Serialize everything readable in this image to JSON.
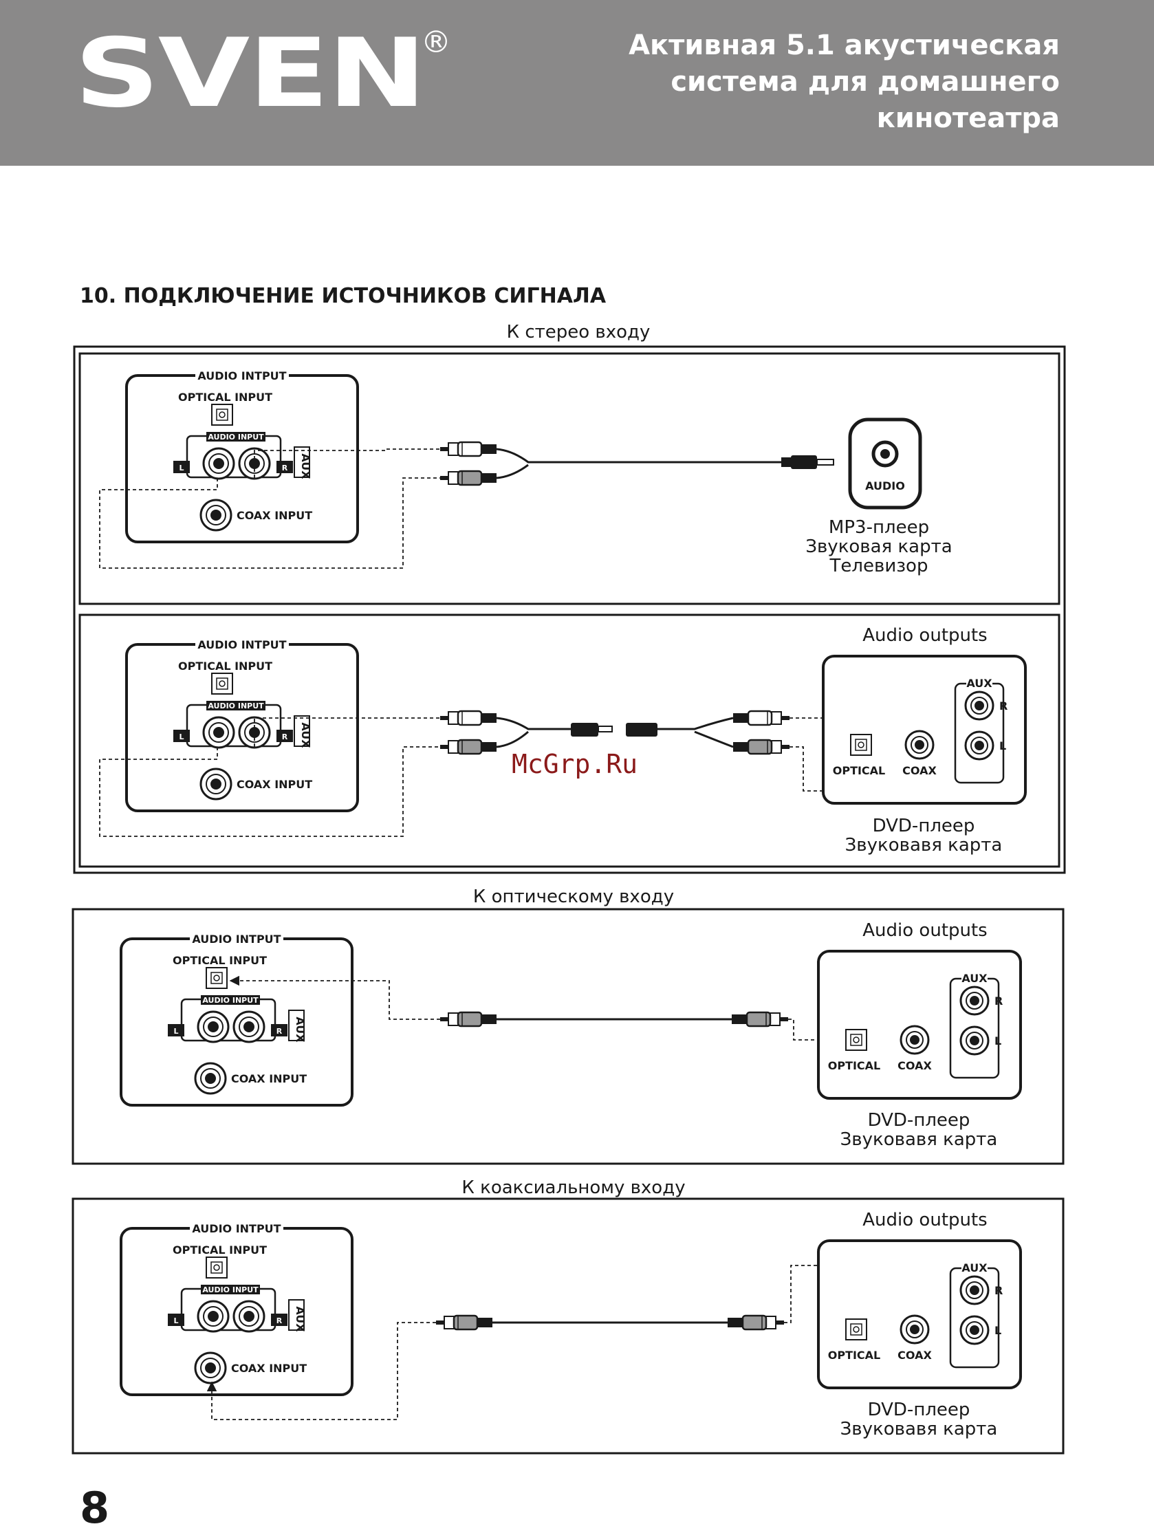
{
  "header": {
    "logo_text": "SVEN",
    "registered_mark": "®",
    "title_lines": [
      "Активная 5.1 акустическая",
      "система для домашнего",
      "кинотеатра"
    ],
    "background_color": "#8a8989"
  },
  "section": {
    "title": "10. ПОДКЛЮЧЕНИЕ ИСТОЧНИКОВ СИГНАЛА"
  },
  "panel_labels": {
    "audio_intput": "AUDIO INTPUT",
    "optical_input": "OPTICAL INPUT",
    "audio_input_badge": "AUDIO INPUT",
    "left": "L",
    "right": "R",
    "aux": "AUX",
    "coax_input": "COAX INPUT"
  },
  "source_labels": {
    "audio_outputs": "Audio outputs",
    "aux": "AUX",
    "r": "R",
    "l": "L",
    "optical": "OPTICAL",
    "coax": "COAX",
    "audio_jack": "AUDIO"
  },
  "diagrams": {
    "stereo": {
      "caption": "К стерео входу",
      "mp3_lines": [
        "MP3-плеер",
        "Звуковая карта",
        "Телевизор"
      ],
      "dvd_lines": [
        "DVD-плеер",
        "Звуковавя карта"
      ]
    },
    "optical": {
      "caption": "К оптическому входу",
      "dvd_lines": [
        "DVD-плеер",
        "Звуковавя карта"
      ]
    },
    "coaxial": {
      "caption": "К коаксиальному входу",
      "dvd_lines": [
        "DVD-плеер",
        "Звуковавя карта"
      ]
    }
  },
  "watermark": "McGrp.Ru",
  "page_number": "8"
}
